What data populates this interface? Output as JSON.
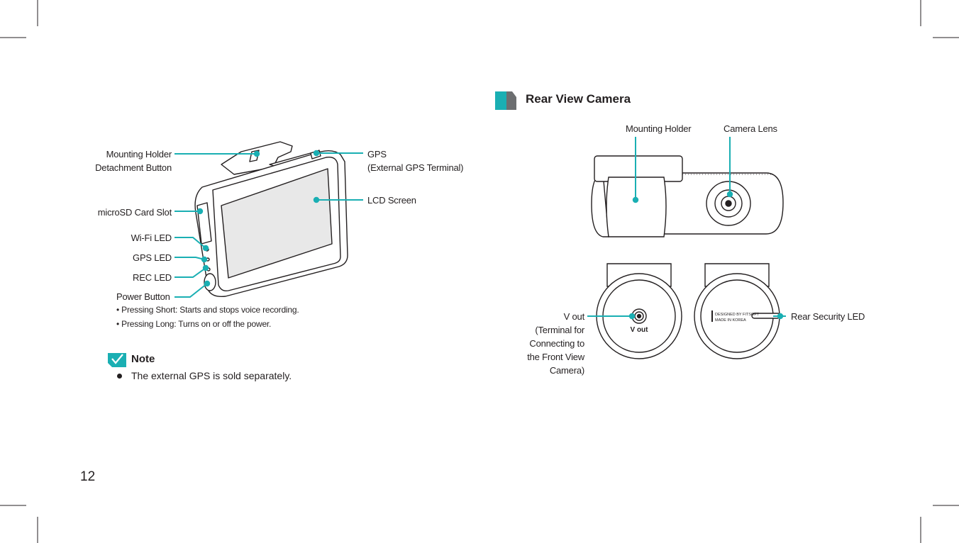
{
  "page_number": "12",
  "left_diagram": {
    "labels": {
      "mounting_holder_detachment_line1": "Mounting Holder",
      "mounting_holder_detachment_line2": "Detachment Button",
      "microsd": "microSD Card Slot",
      "wifi_led": "Wi-Fi LED",
      "gps_led": "GPS LED",
      "rec_led": "REC LED",
      "power_button": "Power Button",
      "power_short": "• Pressing Short: Starts and stops voice recording.",
      "power_long": "• Pressing Long: Turns on or off the power.",
      "gps_line1": "GPS",
      "gps_line2": "(External GPS Terminal)",
      "lcd_screen": "LCD Screen"
    }
  },
  "note": {
    "title": "Note",
    "items": [
      "The external GPS is sold separately."
    ]
  },
  "rear_camera": {
    "title": "Rear View Camera",
    "labels": {
      "mounting_holder": "Mounting Holder",
      "camera_lens": "Camera Lens",
      "vout_line1": "V out",
      "vout_line2": "(Terminal for",
      "vout_line3": "Connecting to",
      "vout_line4": "the Front View",
      "vout_line5": "Camera)",
      "rear_security_led": "Rear Security LED"
    },
    "device_markings": {
      "vout": "V out",
      "designed_by": "DESIGNED BY FITSOFT",
      "made_in": "MADE IN KOREA"
    }
  },
  "colors": {
    "accent": "#1aafb3",
    "text": "#231f20",
    "outline": "#231f20"
  }
}
